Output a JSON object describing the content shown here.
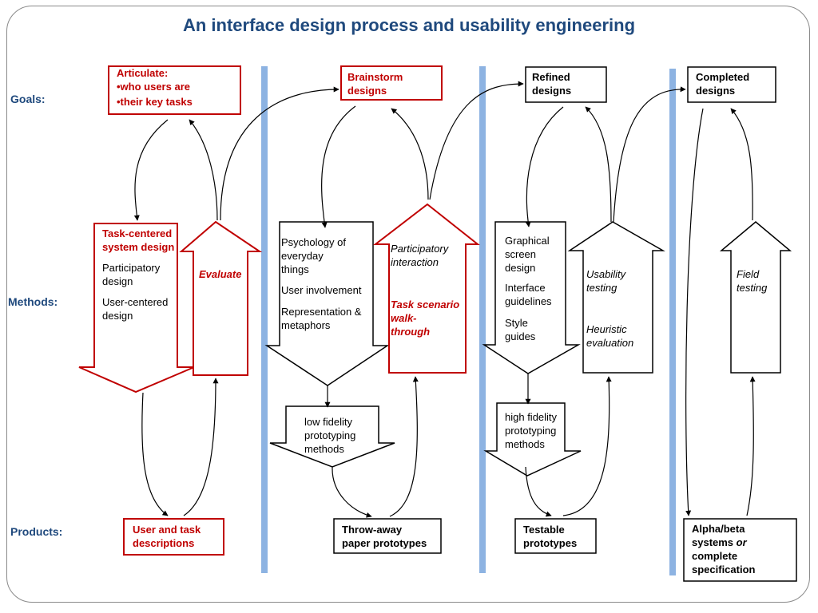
{
  "title": "An interface design process and usability engineering",
  "rows": {
    "goals": "Goals:",
    "methods": "Methods:",
    "products": "Products:"
  },
  "colors": {
    "accent": "#c00000",
    "heading": "#1f497d",
    "divider": "#8db3e2"
  },
  "goals": {
    "articulate": "Articulate:",
    "articulate_items": [
      "•who users are",
      "•their key tasks"
    ],
    "brainstorm": "Brainstorm\ndesigns",
    "refined": "Refined\ndesigns",
    "completed": "Completed\ndesigns"
  },
  "methods": {
    "task_centered_title": "Task-centered\nsystem design",
    "task_centered_items": [
      "Participatory\ndesign",
      "User-centered\ndesign"
    ],
    "evaluate": "Evaluate",
    "psychology_items": [
      "Psychology of\neveryday\nthings",
      "User involvement",
      "Representation &\nmetaphors"
    ],
    "participatory_interaction": "Participatory\ninteraction",
    "task_scenario": "Task scenario\nwalk-\nthrough",
    "graphical_items": [
      "Graphical\nscreen\ndesign",
      "Interface\nguidelines",
      "Style\nguides"
    ],
    "usability_testing": "Usability\ntesting",
    "heuristic_evaluation": "Heuristic\nevaluation",
    "field_testing": "Field\ntesting"
  },
  "prototyping": {
    "low_fidelity": "low fidelity\nprototyping\nmethods",
    "high_fidelity": "high fidelity\nprototyping\nmethods"
  },
  "products": {
    "user_task": "User and task\ndescriptions",
    "throwaway": "Throw-away\npaper prototypes",
    "testable": "Testable\nprototypes",
    "alpha_beta": "Alpha/beta\nsystems",
    "alpha_beta_or": "or",
    "alpha_beta_rest": "complete\nspecification"
  }
}
